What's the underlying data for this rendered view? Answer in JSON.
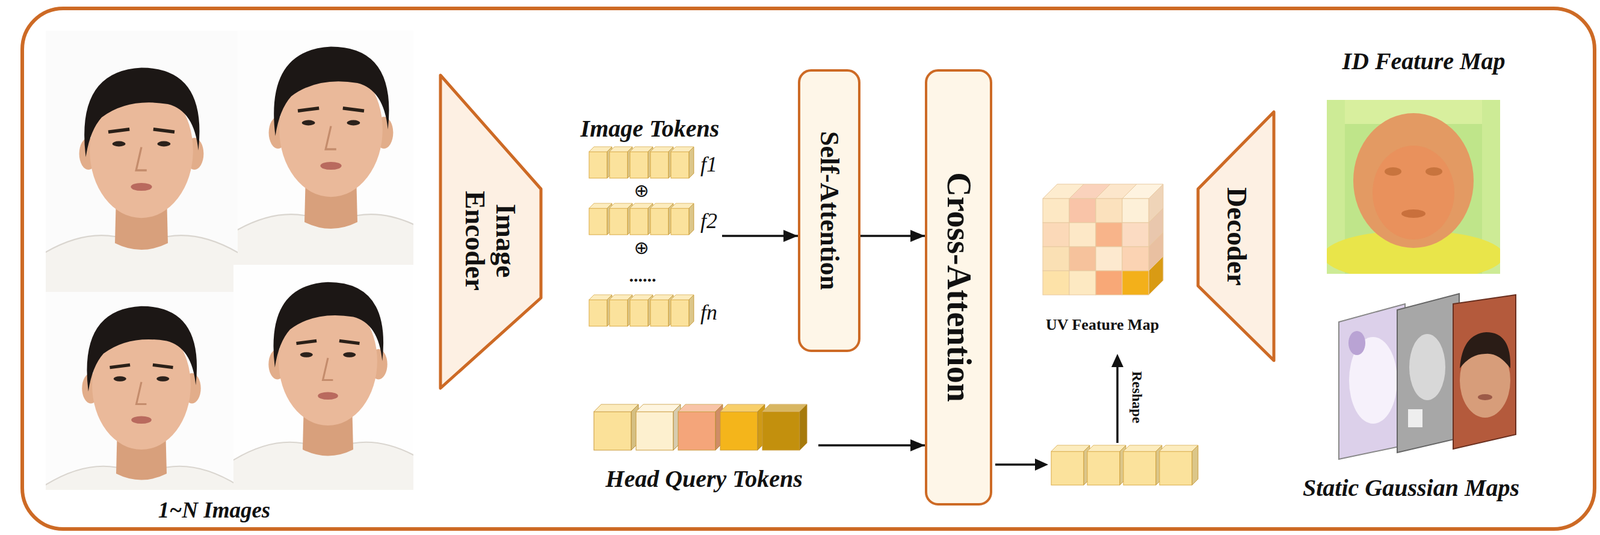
{
  "diagram": {
    "nodes": [
      {
        "text": [
          "Image Encoder"
        ]
      },
      {
        "text": [
          "Image Tokens"
        ]
      },
      {
        "text": [
          "Self-Attention"
        ]
      },
      {
        "text": [
          "Cross-Attention"
        ]
      },
      {
        "text": [
          "Head Query Tokens"
        ]
      },
      {
        "text": [
          "Decoder"
        ]
      }
    ],
    "edges": [
      {
        "from": 1,
        "to": 2,
        "arrow": "to"
      },
      {
        "from": 2,
        "to": 3,
        "arrow": "to"
      },
      {
        "from": 4,
        "to": 3,
        "arrow": "to"
      }
    ],
    "labels": [
      "1~N Images",
      "f1",
      "⊕",
      "f2",
      "⊕",
      "......",
      "fn",
      "UV Feature Map",
      "Reshape",
      "ID Feature Map",
      "Static Gaussian Maps"
    ]
  }
}
